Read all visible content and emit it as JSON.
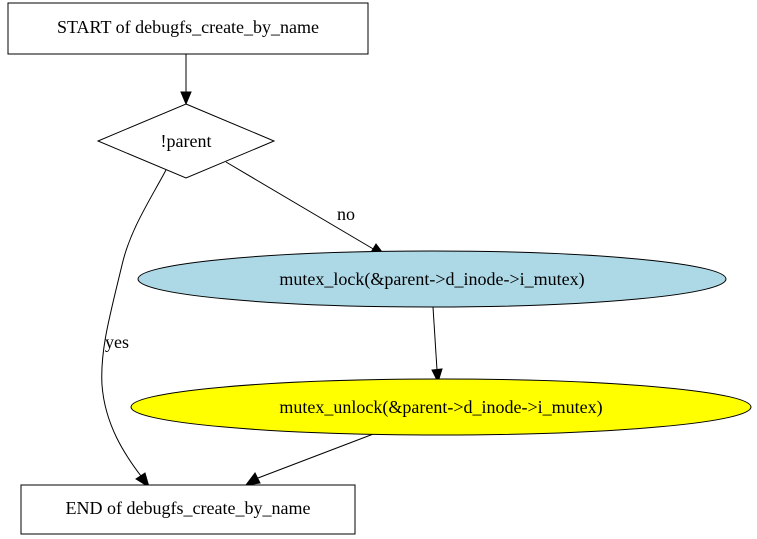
{
  "nodes": {
    "start": {
      "label": "START of debugfs_create_by_name",
      "shape": "box",
      "fill": "#ffffff"
    },
    "decision": {
      "label": "!parent",
      "shape": "diamond",
      "fill": "#ffffff"
    },
    "lock": {
      "label": "mutex_lock(&parent->d_inode->i_mutex)",
      "shape": "ellipse",
      "fill": "#add8e6"
    },
    "unlock": {
      "label": "mutex_unlock(&parent->d_inode->i_mutex)",
      "shape": "ellipse",
      "fill": "#ffff00"
    },
    "end": {
      "label": "END of debugfs_create_by_name",
      "shape": "box",
      "fill": "#ffffff"
    }
  },
  "edges": {
    "no": {
      "label": "no"
    },
    "yes": {
      "label": "yes"
    }
  },
  "colors": {
    "stroke": "#000000",
    "lock_fill": "#add8e6",
    "unlock_fill": "#ffff00"
  }
}
